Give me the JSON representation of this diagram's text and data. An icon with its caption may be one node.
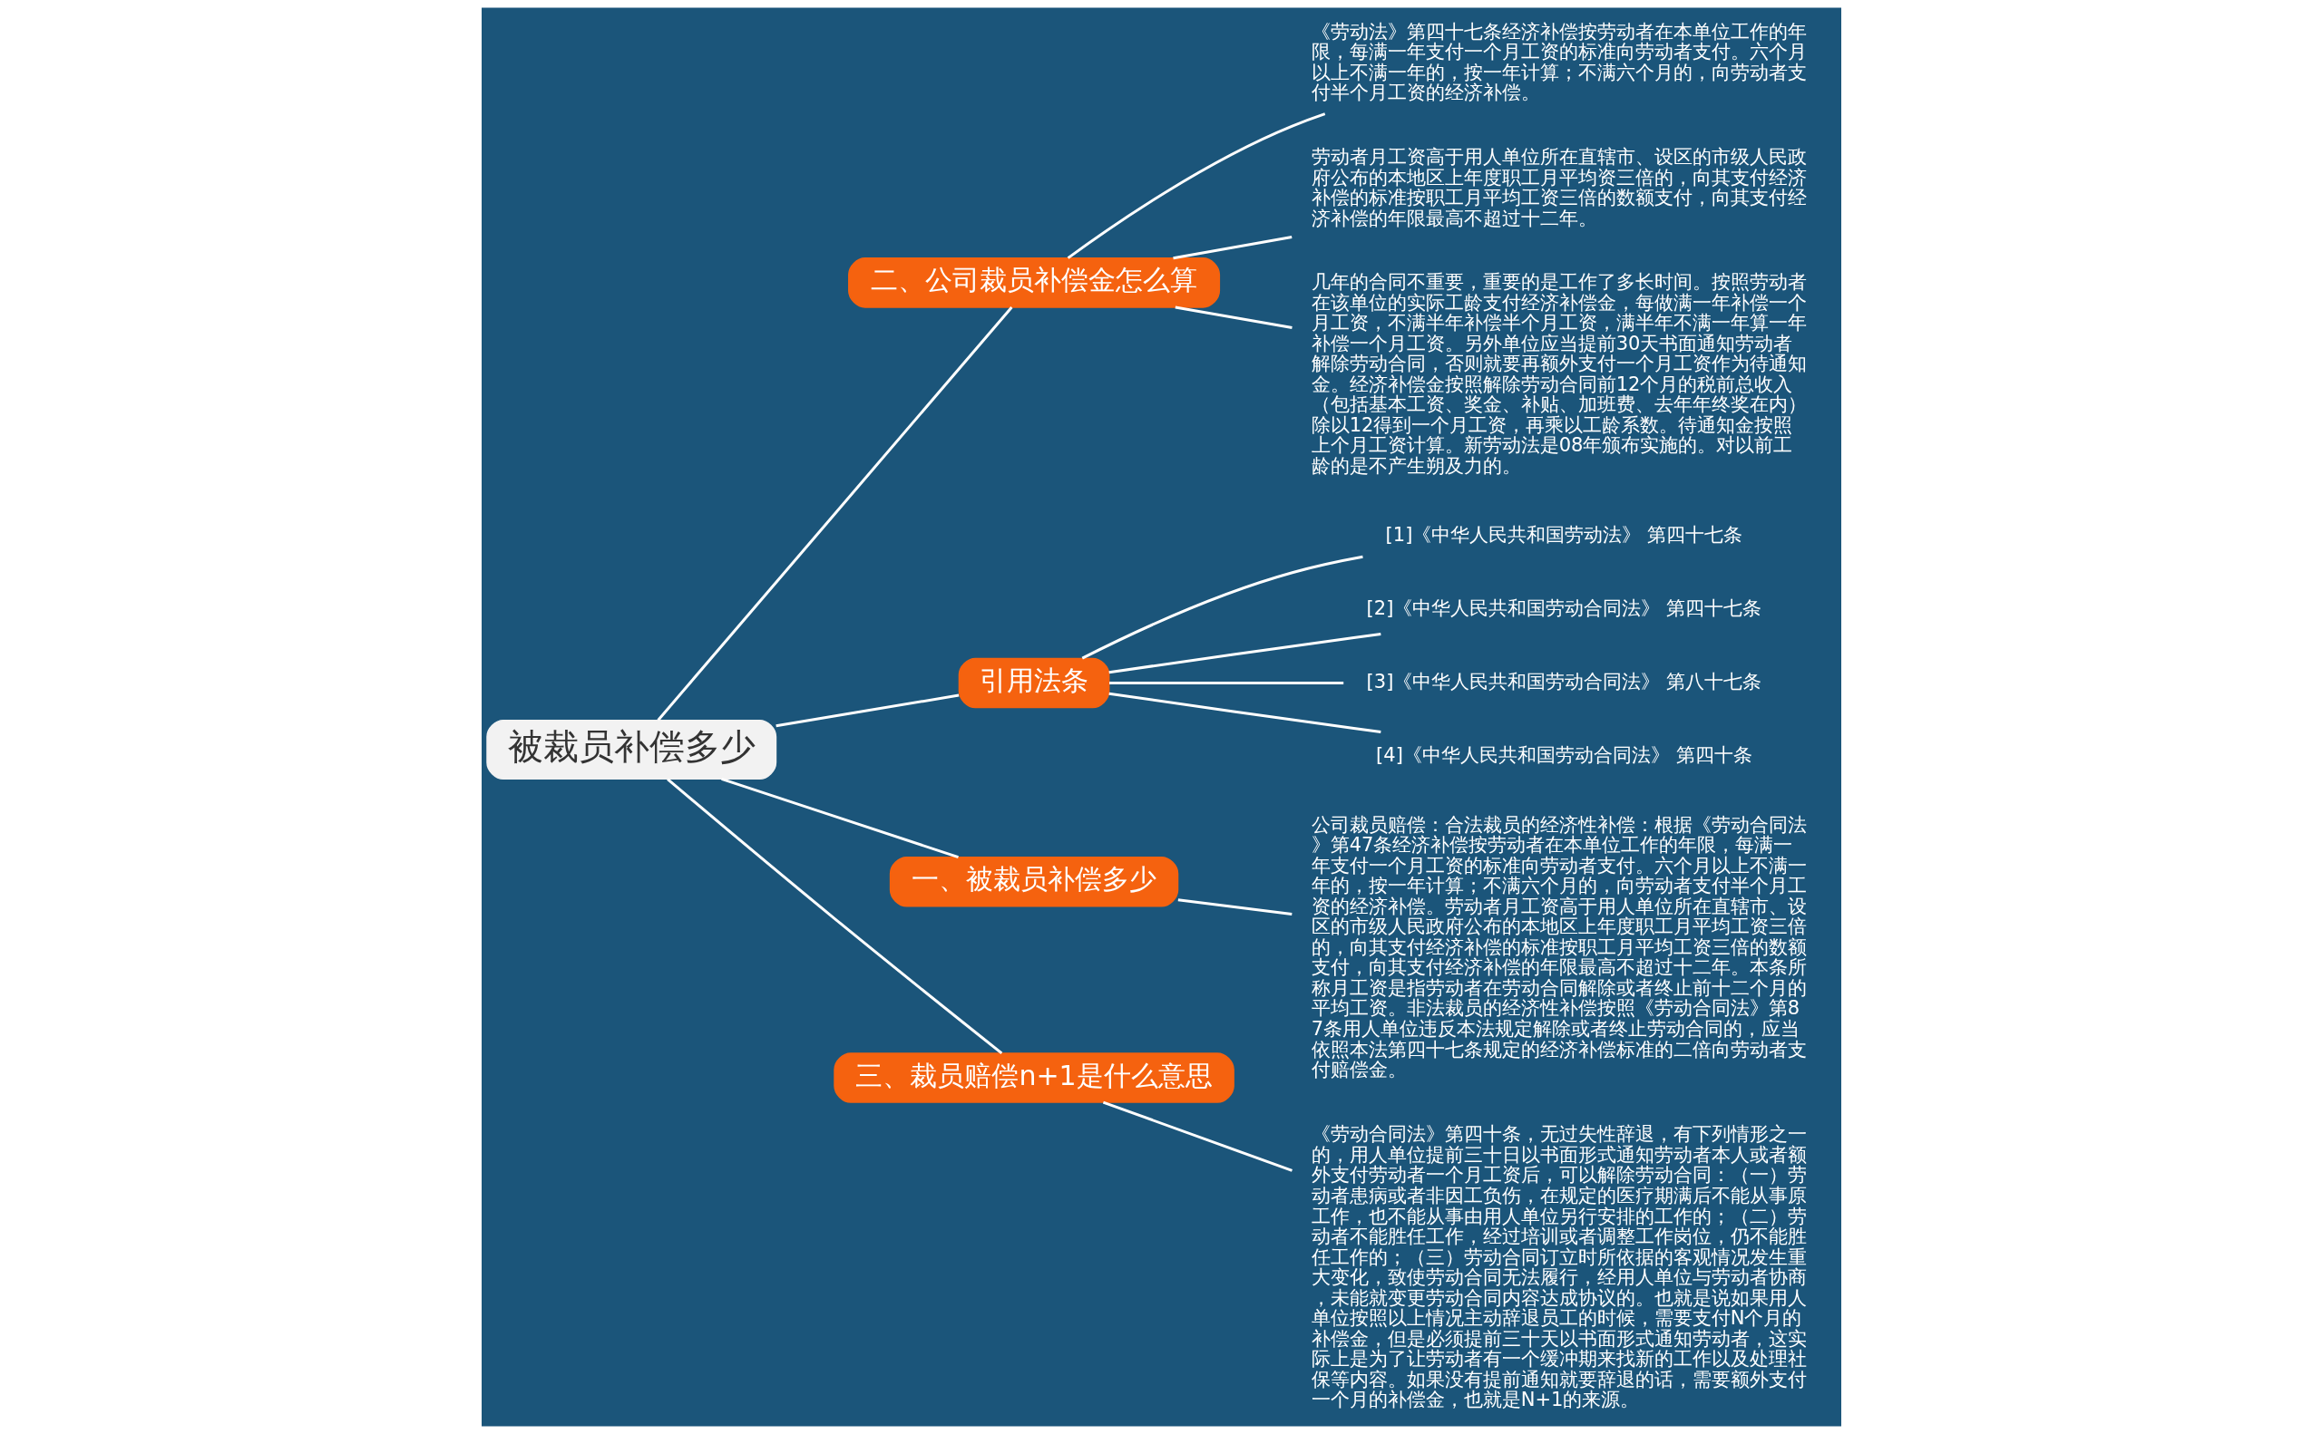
{
  "diagram": {
    "nodes": [
      {
        "text": [
          "被裁员补偿多少"
        ]
      },
      {
        "text": [
          "二、公司裁员补偿金怎么算"
        ]
      },
      {
        "text": [
          "《劳动法》第四十七条经济补偿按劳动者在本单位工作的年限，每满一年支付一个月工资的标准向劳动者支付。六个月以上不满一年的，按一年计算；不满六个月的，向劳动者支付半个月工资的经济补偿。"
        ]
      },
      {
        "text": [
          "劳动者月工资高于用人单位所在直辖市、设区的市级人民政府公布的本地区上年度职工月平均资三倍的，向其支付经济补偿的标准按职工月平均工资三倍的数额支付，向其支付经济补偿的年限最高不超过十二年。"
        ]
      },
      {
        "text": [
          "几年的合同不重要，重要的是工作了多长时间。按照劳动者在该单位的实际工龄支付经济补偿金，每做满一年补偿一个月工资，不满半年补偿半个月工资，满半年不满一年算一年补偿一个月工资。另外单位应当提前30天书面通知劳动者解除劳动合同，否则就要再额外支付一个月工资作为待通知金。经济补偿金按照解除劳动合同前12个月的税前总收入（包括基本工资、奖金、补贴、加班费、去年年终奖在内）除以12得到一个月工资，再乘以工龄系数。待通知金按照上个月工资计算。新劳动法是08年颁布实施的。对以前工龄的是不产生朔及力的。"
        ]
      },
      {
        "text": [
          "引用法条"
        ]
      },
      {
        "text": [
          "[1]《中华人民共和国劳动法》 第四十七条"
        ]
      },
      {
        "text": [
          "[2]《中华人民共和国劳动合同法》 第四十七条"
        ]
      },
      {
        "text": [
          "[3]《中华人民共和国劳动合同法》 第八十七条"
        ]
      },
      {
        "text": [
          "[4]《中华人民共和国劳动合同法》 第四十条"
        ]
      },
      {
        "text": [
          "一、被裁员补偿多少"
        ]
      },
      {
        "text": [
          "公司裁员赔偿：合法裁员的经济性补偿：根据《劳动合同法》第47条经济补偿按劳动者在本单位工作的年限，每满一年支付一个月工资的标准向劳动者支付。六个月以上不满一年的，按一年计算；不满六个月的，向劳动者支付半个月工资的经济补偿。劳动者月工资高于用人单位所在直辖市、设区的市级人民政府公布的本地区上年度职工月平均工资三倍的，向其支付经济补偿的标准按职工月平均工资三倍的数额支付，向其支付经济补偿的年限最高不超过十二年。本条所称月工资是指劳动者在劳动合同解除或者终止前十二个月的平均工资。非法裁员的经济性补偿按照《劳动合同法》第87条用人单位违反本法规定解除或者终止劳动合同的，应当依照本法第四十七条规定的经济补偿标准的二倍向劳动者支付赔偿金。"
        ]
      },
      {
        "text": [
          "三、裁员赔偿n+1是什么意思"
        ]
      },
      {
        "text": [
          "《劳动合同法》第四十条，无过失性辞退，有下列情形之一的，用人单位提前三十日以书面形式通知劳动者本人或者额外支付劳动者一个月工资后，可以解除劳动合同：（一）劳动者患病或者非因工负伤，在规定的医疗期满后不能从事原工作，也不能从事由用人单位另行安排的工作的；（二）劳动者不能胜任工作，经过培训或者调整工作岗位，仍不能胜任工作的；（三）劳动合同订立时所依据的客观情况发生重大变化，致使劳动合同无法履行，经用人单位与劳动者协商，未能就变更劳动合同内容达成协议的。也就是说如果用人单位按照以上情况主动辞退员工的时候，需要支付N个月的补偿金，但是必须提前三十天以书面形式通知劳动者，这实际上是为了让劳动者有一个缓冲期来找新的工作以及处理社保等内容。如果没有提前通知就要辞退的话，需要额外支付一个月的补偿金，也就是N+1的来源。"
        ]
      }
    ],
    "edges": [
      {
        "from": 0,
        "to": 1,
        "arrow": "none"
      },
      {
        "from": 1,
        "to": 2,
        "arrow": "none"
      },
      {
        "from": 1,
        "to": 3,
        "arrow": "none"
      },
      {
        "from": 1,
        "to": 4,
        "arrow": "none"
      },
      {
        "from": 0,
        "to": 5,
        "arrow": "none"
      },
      {
        "from": 5,
        "to": 6,
        "arrow": "none"
      },
      {
        "from": 5,
        "to": 7,
        "arrow": "none"
      },
      {
        "from": 5,
        "to": 8,
        "arrow": "none"
      },
      {
        "from": 5,
        "to": 9,
        "arrow": "none"
      },
      {
        "from": 0,
        "to": 10,
        "arrow": "none"
      },
      {
        "from": 10,
        "to": 11,
        "arrow": "none"
      },
      {
        "from": 0,
        "to": 12,
        "arrow": "none"
      },
      {
        "from": 12,
        "to": 13,
        "arrow": "none"
      }
    ]
  }
}
